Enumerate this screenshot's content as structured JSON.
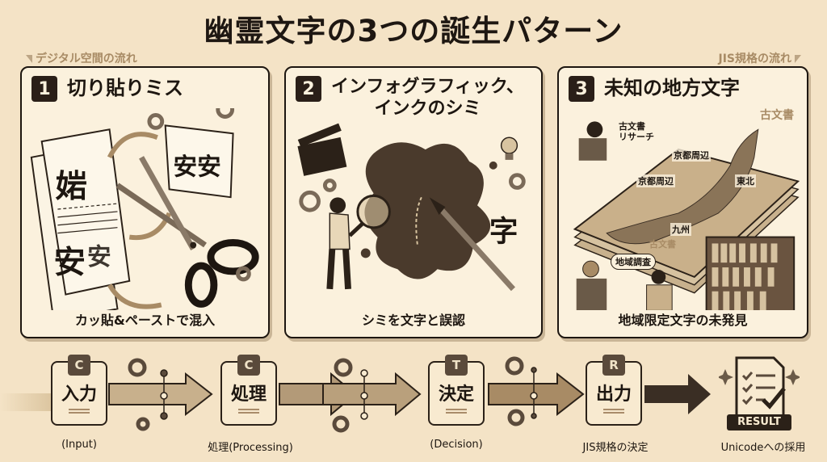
{
  "title": "幽霊文字の3つの誕生パターン",
  "flow_labels": {
    "left": "デジタル空間の流れ",
    "right": "JIS規格の流れ"
  },
  "panels": [
    {
      "number": "1",
      "title": "切り貼りミス",
      "caption": "カッ貼&ペーストで混入",
      "illustration": {
        "glyphs": [
          "㛧",
          "安安",
          "安"
        ],
        "icons": [
          "scissors-icon",
          "paper-icon",
          "gear-icon",
          "curved-arrow-icon"
        ]
      }
    },
    {
      "number": "2",
      "title_line1": "インフォグラフィック、",
      "title_line2": "インクのシミ",
      "caption": "シミを文字と誤認",
      "illustration": {
        "glyph": "字",
        "icons": [
          "clapperboard-icon",
          "ink-blot-icon",
          "magnifier-icon",
          "brush-icon",
          "lightbulb-icon",
          "gear-icon"
        ]
      }
    },
    {
      "number": "3",
      "title": "未知の地方文字",
      "caption": "地域限定文字の未発見",
      "illustration": {
        "tags": {
          "top_right": "古文書",
          "researcher": "古文書\nリサーチ",
          "kyoto1": "京都周辺",
          "kyoto2": "京都周辺",
          "tohoku": "東北",
          "kyushu": "九州",
          "document": "古文書",
          "speech": "地域調査"
        },
        "icons": [
          "map-icon",
          "bookshelf-icon",
          "scroll-icon",
          "researcher-icon"
        ]
      }
    }
  ],
  "flow": {
    "nodes": [
      {
        "badge": "C",
        "label": "入力",
        "sublabel": "(Input)"
      },
      {
        "badge": "C",
        "label": "処理",
        "sublabel": "処理(Processing)"
      },
      {
        "badge": "T",
        "label": "決定",
        "sublabel": "(Decision)"
      },
      {
        "badge": "R",
        "label": "出力",
        "sublabel": "JIS規格の決定"
      }
    ],
    "result": {
      "badge": "RESULT",
      "sublabel": "Unicodeへの採用"
    }
  },
  "colors": {
    "background": "#f4e3c6",
    "panel": "#fbf1dd",
    "ink": "#1d1610",
    "accent": "#a88b65",
    "arrow": "#b9a07c",
    "arrow_dark": "#3a2e24"
  }
}
